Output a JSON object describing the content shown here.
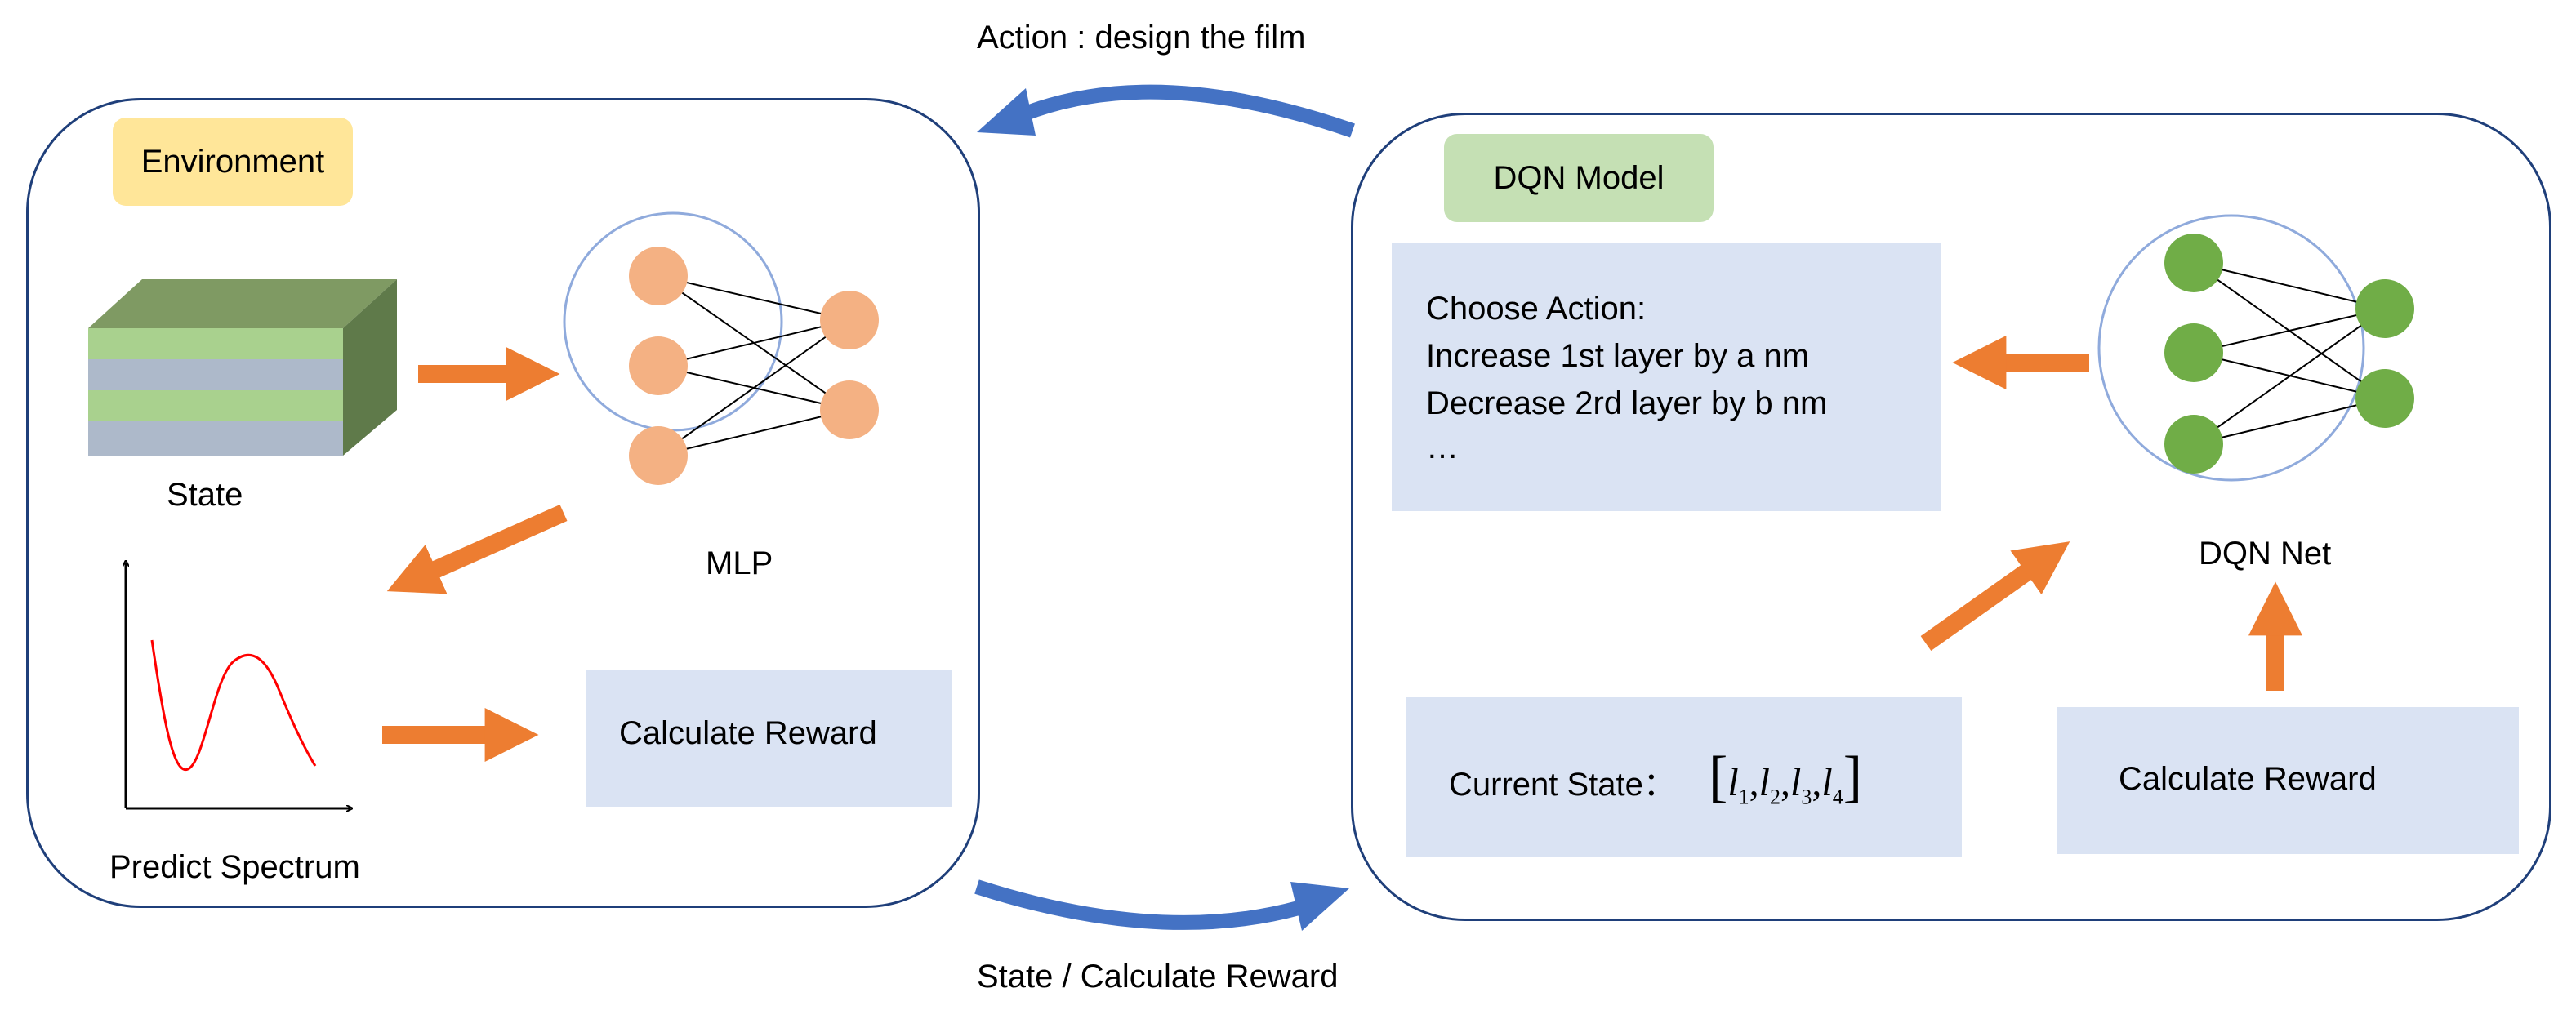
{
  "flows": {
    "top_label": "Action : design the film",
    "bottom_label": "State / Calculate Reward"
  },
  "environment": {
    "tag": "Environment",
    "state_label": "State",
    "mlp_label": "MLP",
    "spectrum_label": "Predict Spectrum",
    "reward_box": "Calculate Reward"
  },
  "dqn": {
    "tag": "DQN Model",
    "choose_lines": [
      "Choose Action:",
      "Increase 1st layer by a nm",
      "Decrease 2rd layer by b nm",
      "…"
    ],
    "net_label": "DQN Net",
    "current_state_label": "Current State：",
    "state_vector": {
      "symbol": "l",
      "subscripts": [
        "1",
        "2",
        "3",
        "4"
      ]
    },
    "reward_box": "Calculate  Reward"
  },
  "colors": {
    "panel_border": "#1f3f7a",
    "blue_arrow": "#4472c4",
    "orange_arrow": "#ed7d31",
    "box_fill": "#dae3f3",
    "env_tag": "#ffe699",
    "dqn_tag": "#c5e0b4",
    "mlp_node": "#f4b183",
    "dqn_node": "#70ad47",
    "circle_border": "#8faadc",
    "spectrum_curve": "#ff0000"
  }
}
